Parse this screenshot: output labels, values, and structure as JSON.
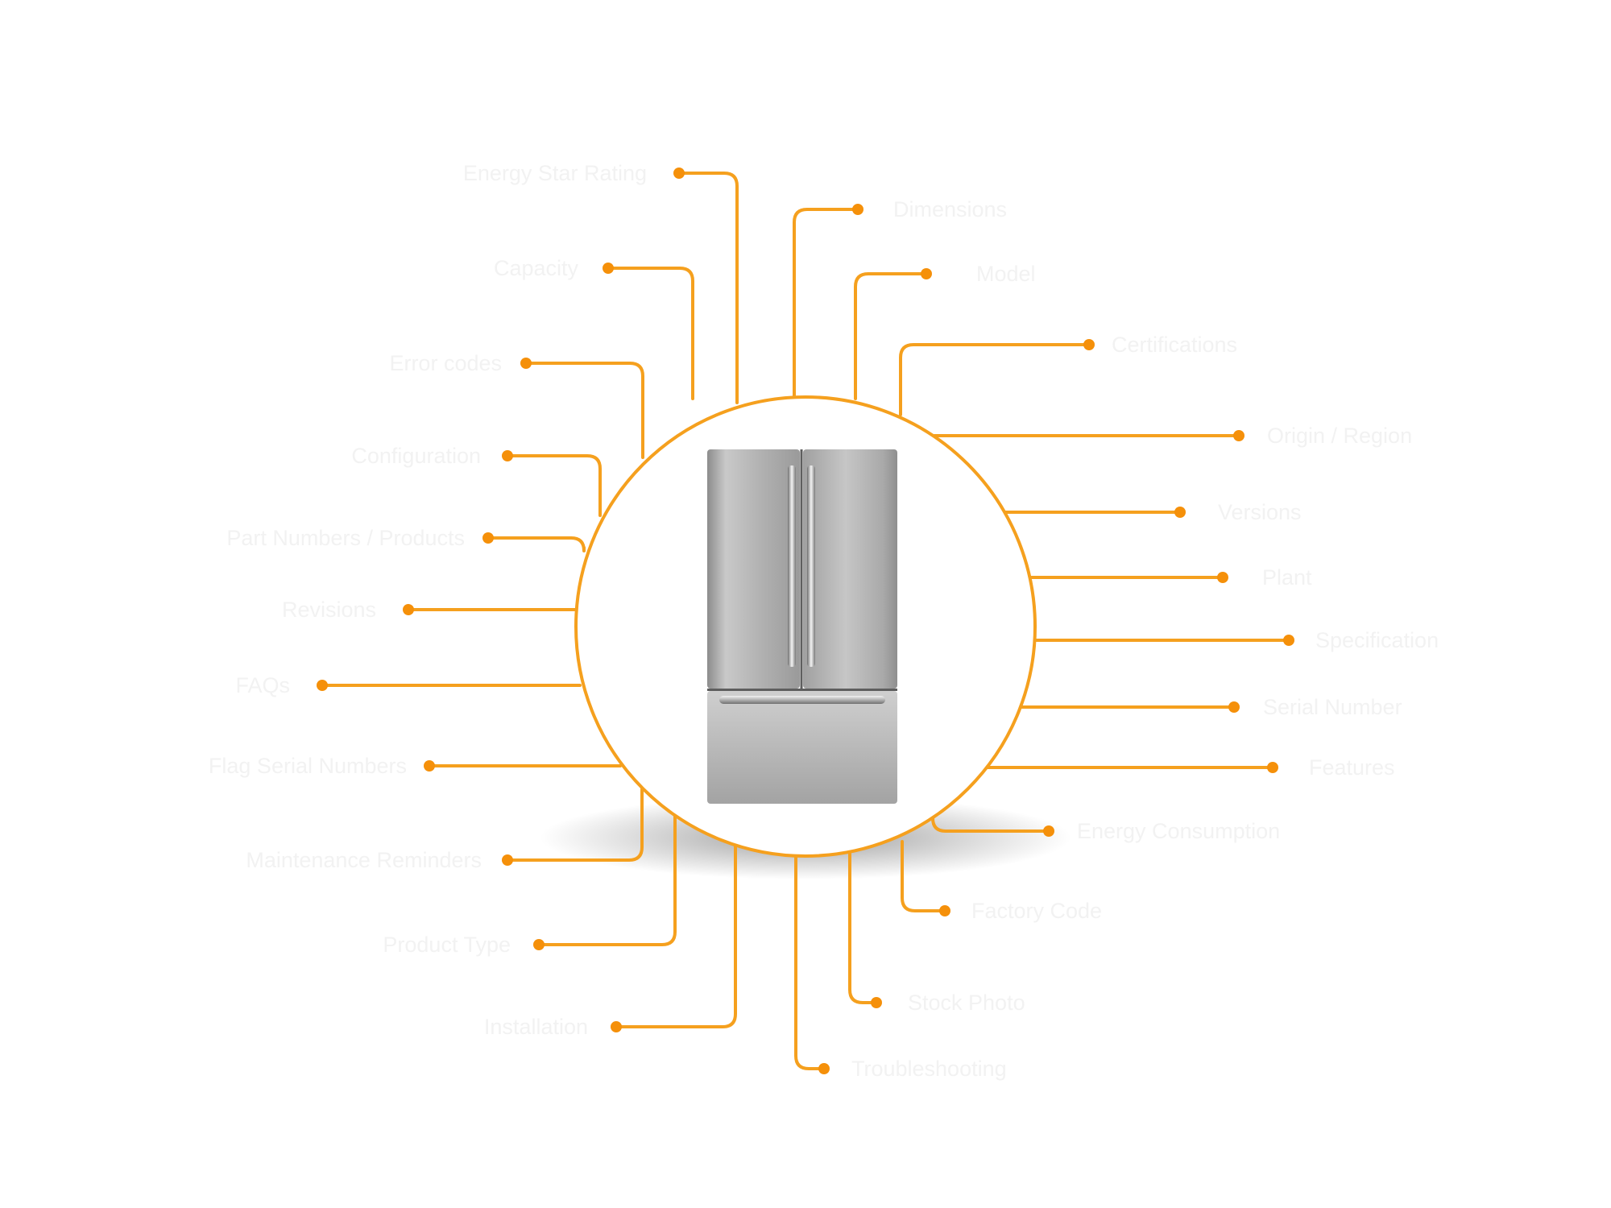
{
  "accent_color": "#f5a01e",
  "label_color": "#f2f2f2",
  "center_image": "refrigerator-icon",
  "left_items": [
    {
      "label": "Energy Star Rating"
    },
    {
      "label": "Capacity"
    },
    {
      "label": "Error codes"
    },
    {
      "label": "Configuration"
    },
    {
      "label": "Part Numbers / Products"
    },
    {
      "label": "Revisions"
    },
    {
      "label": "FAQs"
    },
    {
      "label": "Flag Serial Numbers"
    },
    {
      "label": "Maintenance Reminders"
    },
    {
      "label": "Product Type"
    },
    {
      "label": "Installation"
    }
  ],
  "right_items": [
    {
      "label": "Dimensions"
    },
    {
      "label": "Model"
    },
    {
      "label": "Certifications"
    },
    {
      "label": "Origin / Region"
    },
    {
      "label": "Versions"
    },
    {
      "label": "Plant"
    },
    {
      "label": "Specification"
    },
    {
      "label": "Serial Number"
    },
    {
      "label": "Features"
    },
    {
      "label": "Energy Consumption"
    },
    {
      "label": "Factory Code"
    },
    {
      "label": "Stock Photo"
    },
    {
      "label": "Troubleshooting"
    }
  ]
}
